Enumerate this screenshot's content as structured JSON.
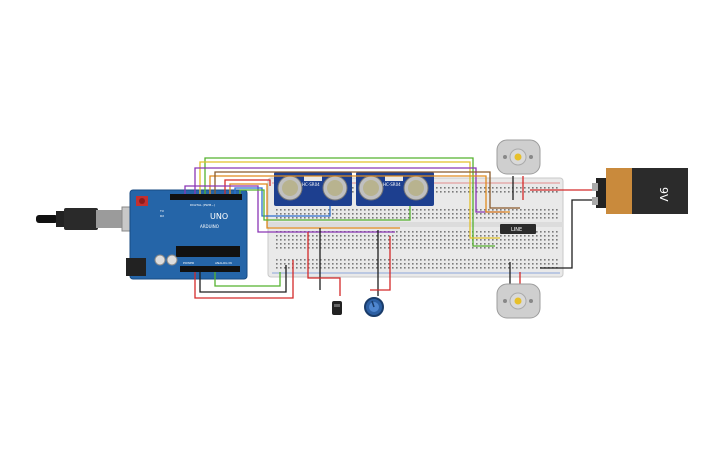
{
  "arduino": {
    "model_label": "UNO",
    "brand_label": "ARDUINO",
    "header_top_label": "DIGITAL (PWM~)",
    "header_bottom_label": "ANALOG IN",
    "power_label": "POWER",
    "tx_label": "TX",
    "rx_label": "RX"
  },
  "sensors": [
    {
      "label": "HC-SR04"
    },
    {
      "label": "HC-SR04"
    }
  ],
  "battery": {
    "label": "9V"
  },
  "line_module": {
    "label": "LINE"
  },
  "wire_colors": {
    "red": "#d42a2a",
    "black": "#1e1e1e",
    "green": "#55b22e",
    "purple": "#8a36b5",
    "orange": "#e08a1e",
    "yellow": "#e2c12a",
    "blue": "#2d6fd0",
    "brown": "#8a5a2b"
  },
  "board_color": "#2565a8",
  "sensor_color": "#1d3f8f"
}
